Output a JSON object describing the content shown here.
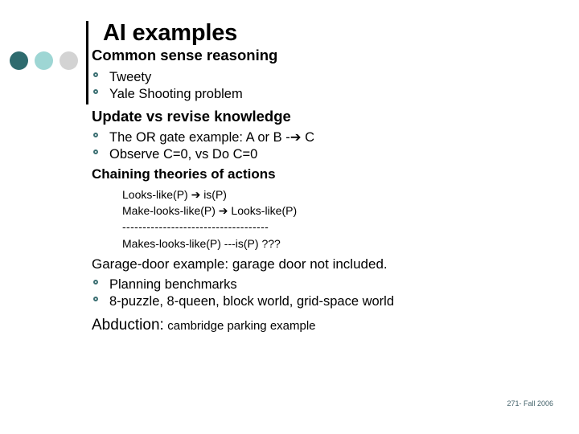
{
  "slide": {
    "title": "AI examples",
    "sections": [
      {
        "heading": "Common sense reasoning"
      },
      {
        "heading": "Update vs revise knowledge"
      },
      {
        "heading": "Chaining theories of actions"
      }
    ],
    "bullets_common_sense": [
      "Tweety",
      "Yale Shooting problem"
    ],
    "bullets_update": [
      "The OR gate example: A or B -➔ C",
      "Observe  C=0, vs Do C=0"
    ],
    "logic_block": [
      "Looks-like(P) ➔ is(P)",
      "Make-looks-like(P) ➔ Looks-like(P)",
      "------------------------------------",
      "Makes-looks-like(P) ---is(P) ???"
    ],
    "garage_line": "Garage-door example: garage door not included.",
    "bullets_benchmarks": [
      "Planning benchmarks",
      "8-puzzle, 8-queen, block world, grid-space world"
    ],
    "abduction": {
      "label": "Abduction:",
      "detail": "cambridge parking example"
    },
    "footer": "271- Fall 2006"
  },
  "decor": {
    "dot_colors": [
      "#2e6b6e",
      "#9ed6d4",
      "#d3d3d3"
    ],
    "bullet_color": "#3b6f72",
    "footer_color": "#44636b"
  }
}
